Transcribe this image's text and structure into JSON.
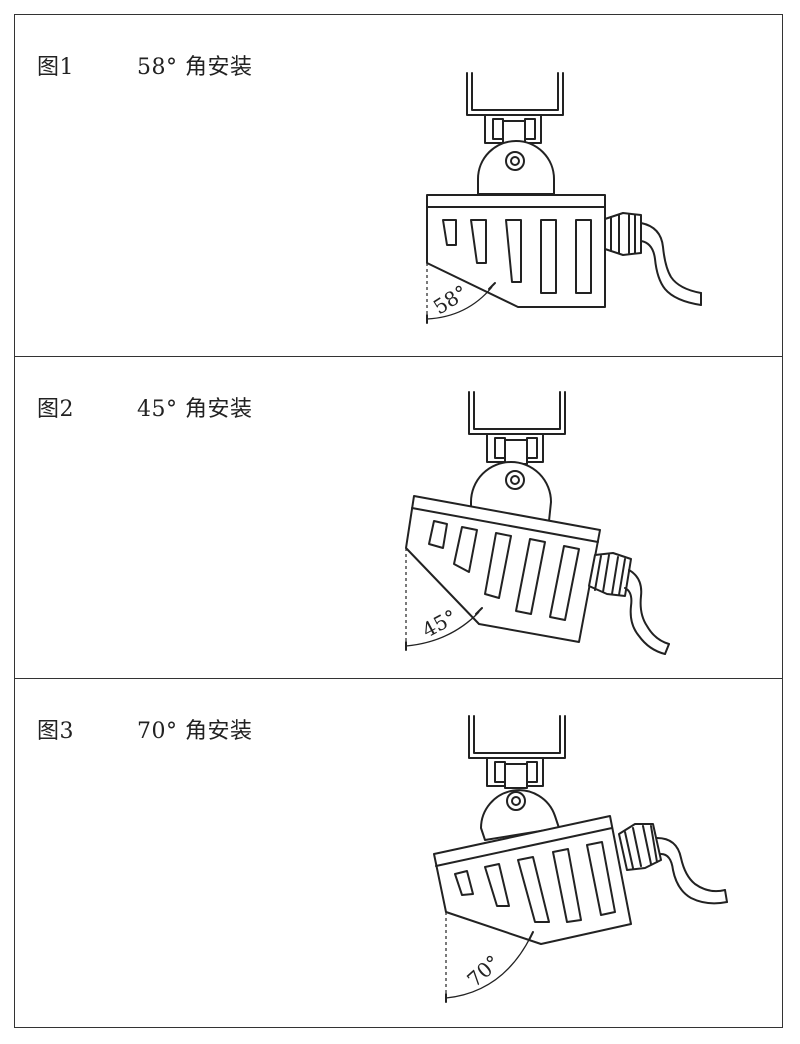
{
  "figures": [
    {
      "label": "图1",
      "angle_text": "58° 角安装",
      "angle_mark": "58°",
      "tilt_deg": 0
    },
    {
      "label": "图2",
      "angle_text": "45° 角安装",
      "angle_mark": "45°",
      "tilt_deg": 13
    },
    {
      "label": "图3",
      "angle_text": "70° 角安装",
      "angle_mark": "70°",
      "tilt_deg": -12
    }
  ],
  "colors": {
    "line": "#222222",
    "border": "#333333",
    "background": "#ffffff"
  }
}
